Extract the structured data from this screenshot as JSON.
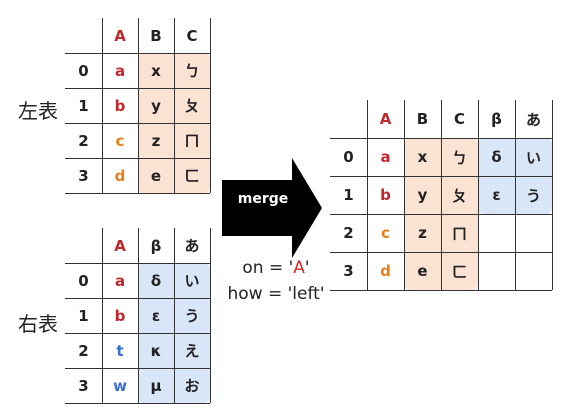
{
  "left_table": {
    "label": "左表",
    "columns": [
      "A",
      "B",
      "C"
    ],
    "index": [
      "0",
      "1",
      "2",
      "3"
    ],
    "rows": [
      [
        "a",
        "x",
        "ㄅ"
      ],
      [
        "b",
        "y",
        "ㄆ"
      ],
      [
        "c",
        "z",
        "ㄇ"
      ],
      [
        "d",
        "e",
        "ㄈ"
      ]
    ]
  },
  "right_table": {
    "label": "右表",
    "columns": [
      "A",
      "β",
      "あ"
    ],
    "index": [
      "0",
      "1",
      "2",
      "3"
    ],
    "rows": [
      [
        "a",
        "δ",
        "い"
      ],
      [
        "b",
        "ε",
        "う"
      ],
      [
        "t",
        "κ",
        "え"
      ],
      [
        "w",
        "μ",
        "お"
      ]
    ]
  },
  "result_table": {
    "columns": [
      "A",
      "B",
      "C",
      "β",
      "あ"
    ],
    "index": [
      "0",
      "1",
      "2",
      "3"
    ],
    "rows": [
      [
        "a",
        "x",
        "ㄅ",
        "δ",
        "い"
      ],
      [
        "b",
        "y",
        "ㄆ",
        "ε",
        "う"
      ],
      [
        "c",
        "z",
        "ㄇ",
        "",
        ""
      ],
      [
        "d",
        "e",
        "ㄈ",
        "",
        ""
      ]
    ]
  },
  "operation": {
    "label": "merge",
    "on_prefix": "on = '",
    "on_value": "A",
    "on_suffix": "'",
    "how_text": "how = 'left'"
  },
  "colors": {
    "key_header": "#c0282d",
    "key_a_b": "#c0282d",
    "key_c_d": "#e8801a",
    "key_t_w": "#3a6fcf",
    "left_fill": "#fbe3d4",
    "right_fill": "#d9e6f7",
    "arrow": "#000000"
  }
}
